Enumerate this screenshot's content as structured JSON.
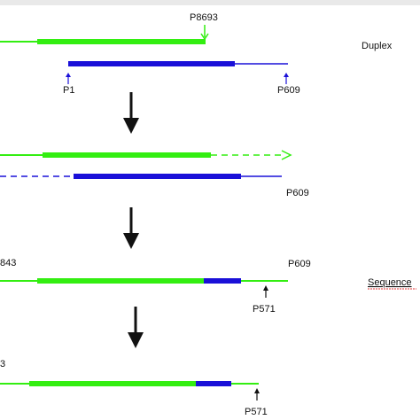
{
  "labels": {
    "p8693": "P8693",
    "duplex": "Duplex",
    "p1": "P1",
    "p609_a": "P609",
    "p609_b": "P609",
    "p843_a": "843",
    "p609_c": "P609",
    "sequence": "Sequence",
    "p571_a": "P571",
    "p843_b": "3",
    "p571_b": "P571"
  },
  "colors": {
    "green": "#33ee11",
    "blue": "#1a10d8",
    "arrow": "#111111"
  }
}
